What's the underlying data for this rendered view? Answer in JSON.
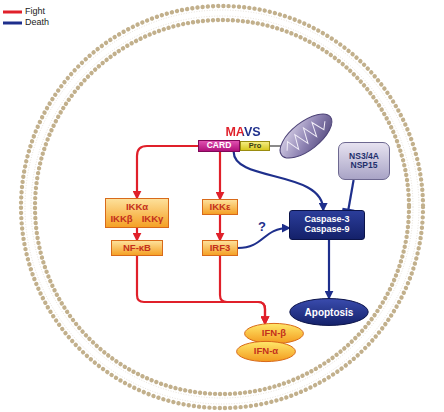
{
  "diagram": {
    "nodes": [
      {
        "text": [
          "MAVS"
        ]
      },
      {
        "text": [
          "CARD"
        ],
        "in": 0
      },
      {
        "text": [
          "Pro"
        ],
        "in": 0
      },
      {
        "text": [
          "IKKα",
          "IKKβ",
          "IKKγ"
        ]
      },
      {
        "text": [
          "IKKε"
        ]
      },
      {
        "text": [
          "NF-κB"
        ]
      },
      {
        "text": [
          "IRF3"
        ]
      },
      {
        "text": [
          "IFN-β"
        ]
      },
      {
        "text": [
          "IFN-α"
        ]
      },
      {
        "text": [
          "NS3/4A",
          "NSP15"
        ]
      },
      {
        "text": [
          "Caspase-3",
          "Caspase-9"
        ]
      },
      {
        "text": [
          "Apoptosis"
        ]
      }
    ],
    "edges": [
      {
        "from": 1,
        "to": 3,
        "arrow": "to"
      },
      {
        "from": 1,
        "to": 4,
        "arrow": "to"
      },
      {
        "from": 3,
        "to": 5,
        "arrow": "to"
      },
      {
        "from": 4,
        "to": 6,
        "arrow": "to"
      },
      {
        "from": 5,
        "to": 7,
        "arrow": "to"
      },
      {
        "from": 6,
        "to": 7,
        "arrow": "to"
      },
      {
        "from": 6,
        "to": 10,
        "arrow": "to"
      },
      {
        "from": 1,
        "to": 10,
        "arrow": "to"
      },
      {
        "from": 9,
        "to": 10,
        "arrow": "to"
      },
      {
        "from": 10,
        "to": 11,
        "arrow": "to"
      }
    ],
    "labels": [
      "?"
    ],
    "legend": [
      {
        "text": "Fight"
      },
      {
        "text": "Death"
      }
    ]
  }
}
